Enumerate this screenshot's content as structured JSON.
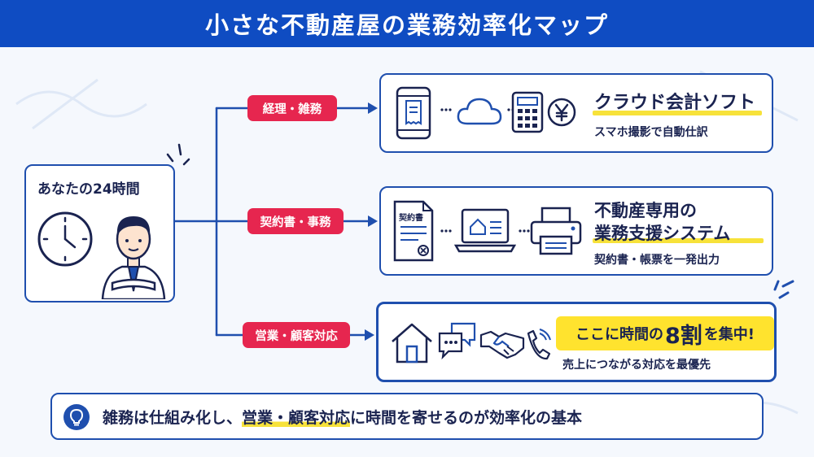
{
  "header": {
    "title": "小さな不動産屋の業務効率化マップ"
  },
  "you": {
    "title": "あなたの24時間"
  },
  "branches": [
    {
      "tag": "経理・雑務",
      "title": "クラウド会計ソフト",
      "subtitle": "スマホ撮影で自動仕訳",
      "icons": [
        "smartphone-receipt-icon",
        "cloud-icon",
        "calculator-icon",
        "yen-icon"
      ]
    },
    {
      "tag": "契約書・事務",
      "title_line1": "不動産専用の",
      "title_line2": "業務支援システム",
      "subtitle": "契約書・帳票を一発出力",
      "doc_label": "契約書",
      "icons": [
        "contract-document-icon",
        "laptop-house-icon",
        "printer-icon"
      ]
    },
    {
      "tag": "営業・顧客対応",
      "focus_pre": "ここに時間の",
      "focus_big": "8割",
      "focus_post": "を集中!",
      "subtitle": "売上につながる対応を最優先",
      "icons": [
        "house-icon",
        "chat-bubbles-icon",
        "handshake-icon",
        "phone-icon"
      ]
    }
  ],
  "bottom": {
    "text_pre": "雑務は仕組み化し、",
    "text_mark": "営業・顧客対応",
    "text_post": "に時間を寄せるのが効率化の基本"
  },
  "colors": {
    "header_blue": "#0f4cc2",
    "line_blue": "#1f4fae",
    "tag_red": "#e6264f",
    "highlight_yellow": "#ffe32e"
  }
}
